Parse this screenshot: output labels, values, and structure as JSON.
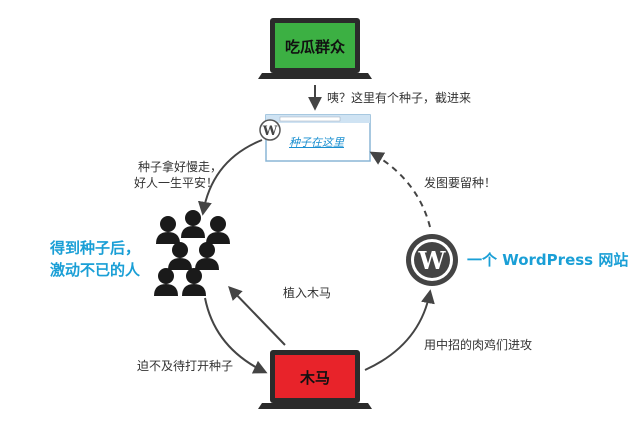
{
  "nodes": {
    "top_laptop": {
      "label": "吃瓜群众",
      "screen_color": "#3cb043"
    },
    "bottom_laptop": {
      "label": "木马",
      "screen_color": "#e8232a"
    },
    "browser": {
      "link_text": "种子在这里"
    },
    "wordpress": {
      "label": "一个 WordPress 网站"
    },
    "crowd": {
      "label_line1": "得到种子后，",
      "label_line2": "激动不已的人"
    }
  },
  "edges": {
    "top_to_browser": "咦？这里有个种子，截进来",
    "browser_to_crowd_line1": "种子拿好慢走，",
    "browser_to_crowd_line2": "好人一生平安！",
    "wordpress_to_browser": "发图要留种！",
    "trojan_to_crowd": "植入木马",
    "crowd_to_trojan": "迫不及待打开种子",
    "trojan_to_wordpress": "用中招的肉鸡们进攻"
  },
  "colors": {
    "accent": "#1a9fd6",
    "arrow": "#444444",
    "laptop_body": "#2b2b2b"
  },
  "icons": [
    "laptop-icon",
    "browser-window-icon",
    "wordpress-logo-icon",
    "people-group-icon"
  ]
}
